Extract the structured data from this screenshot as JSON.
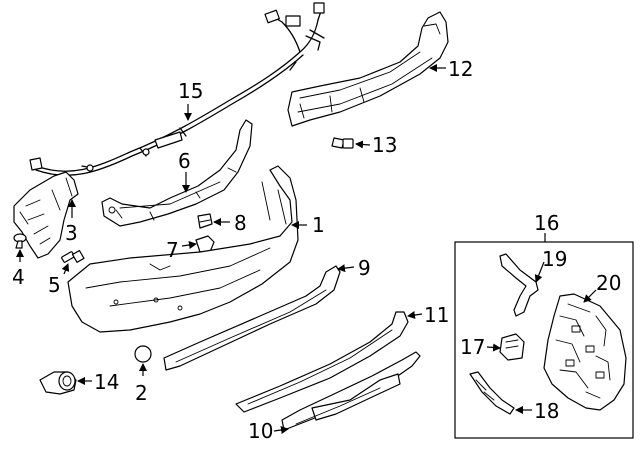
{
  "callouts": {
    "c1": "1",
    "c2": "2",
    "c3": "3",
    "c4": "4",
    "c5": "5",
    "c6": "6",
    "c7": "7",
    "c8": "8",
    "c9": "9",
    "c10": "10",
    "c11": "11",
    "c12": "12",
    "c13": "13",
    "c14": "14",
    "c15": "15",
    "c16": "16",
    "c17": "17",
    "c18": "18",
    "c19": "19",
    "c20": "20"
  },
  "colors": {
    "line": "#000000",
    "background": "#ffffff"
  }
}
